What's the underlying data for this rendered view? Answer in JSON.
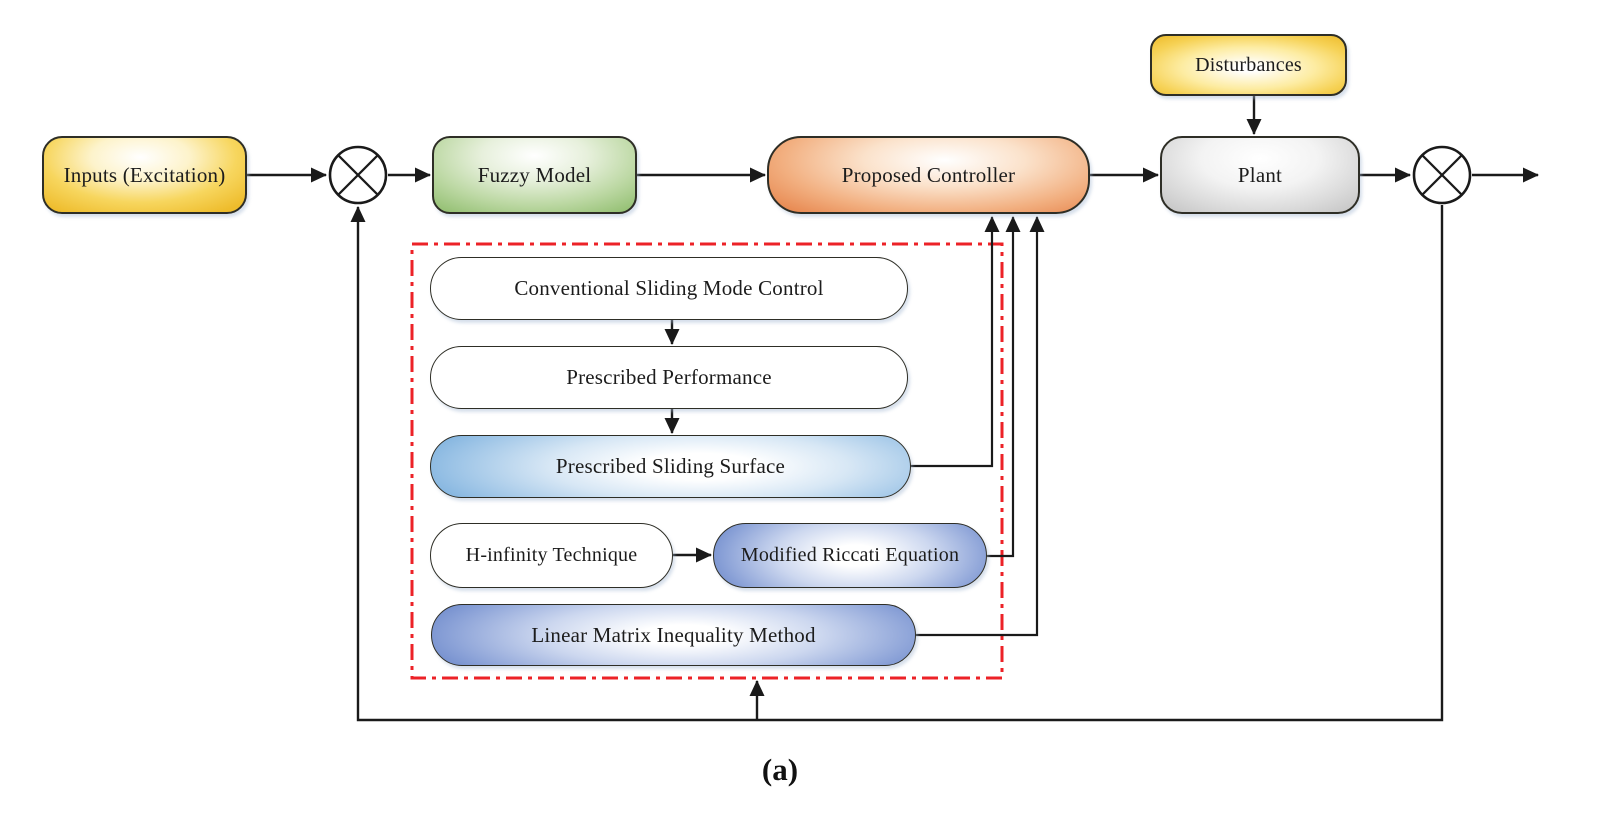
{
  "figure": {
    "caption": "(a)",
    "nodes": {
      "inputs": "Inputs (Excitation)",
      "fuzzy_model": "Fuzzy Model",
      "proposed_controller": "Proposed Controller",
      "plant": "Plant",
      "disturbances": "Disturbances",
      "csmc": "Conventional Sliding Mode Control",
      "prescribed_performance": "Prescribed Performance",
      "prescribed_sliding_surface": "Prescribed Sliding Surface",
      "h_infinity": "H-infinity Technique",
      "riccati": "Modified Riccati Equation",
      "lmi": "Linear Matrix Inequality Method"
    },
    "colors": {
      "yellow_block": "#EEBC2C",
      "green_block": "#94C073",
      "orange_block": "#E6834A",
      "gray_block": "#C1C1C1",
      "light_blue_block": "#6AA5D8",
      "blue_block": "#5878C2",
      "dashed_border": "#EC2227",
      "wire": "#1A1A1A"
    }
  }
}
